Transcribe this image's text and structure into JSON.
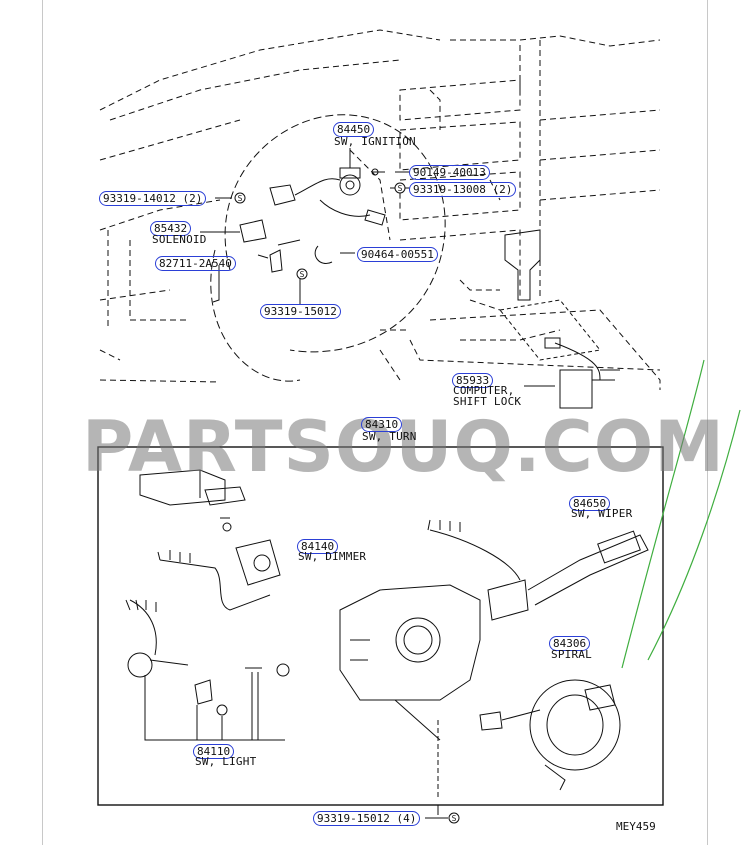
{
  "watermark": "PARTSOUQ.COM",
  "diagram_code": "MEY459",
  "parts": [
    {
      "id": "p84450",
      "number": "84450",
      "name": "SW, IGNITION"
    },
    {
      "id": "p90149",
      "number": "90149-40013",
      "name": ""
    },
    {
      "id": "p93319a",
      "number": "93319-14012 (2)",
      "name": ""
    },
    {
      "id": "p93319b",
      "number": "93319-13008 (2)",
      "name": ""
    },
    {
      "id": "p85432",
      "number": "85432",
      "name": "SOLENOID"
    },
    {
      "id": "p90464",
      "number": "90464-00551",
      "name": ""
    },
    {
      "id": "p82711",
      "number": "82711-2A540",
      "name": ""
    },
    {
      "id": "p93319c",
      "number": "93319-15012",
      "name": ""
    },
    {
      "id": "p85933",
      "number": "85933",
      "name": "COMPUTER,",
      "name2": "SHIFT LOCK"
    },
    {
      "id": "p84310",
      "number": "84310",
      "name": "SW, TURN"
    },
    {
      "id": "p84650",
      "number": "84650",
      "name": "SW, WIPER"
    },
    {
      "id": "p84140",
      "number": "84140",
      "name": "SW, DIMMER"
    },
    {
      "id": "p84306",
      "number": "84306",
      "name": "SPIRAL"
    },
    {
      "id": "p84110",
      "number": "84110",
      "name": "SW, LIGHT"
    },
    {
      "id": "p93319d",
      "number": "93319-15012 (4)",
      "name": ""
    }
  ],
  "symbols": {
    "bolt_marker": "S"
  },
  "colors": {
    "highlight": "#2b3fd6",
    "annotation": "#3fae3f",
    "line": "#111111"
  }
}
